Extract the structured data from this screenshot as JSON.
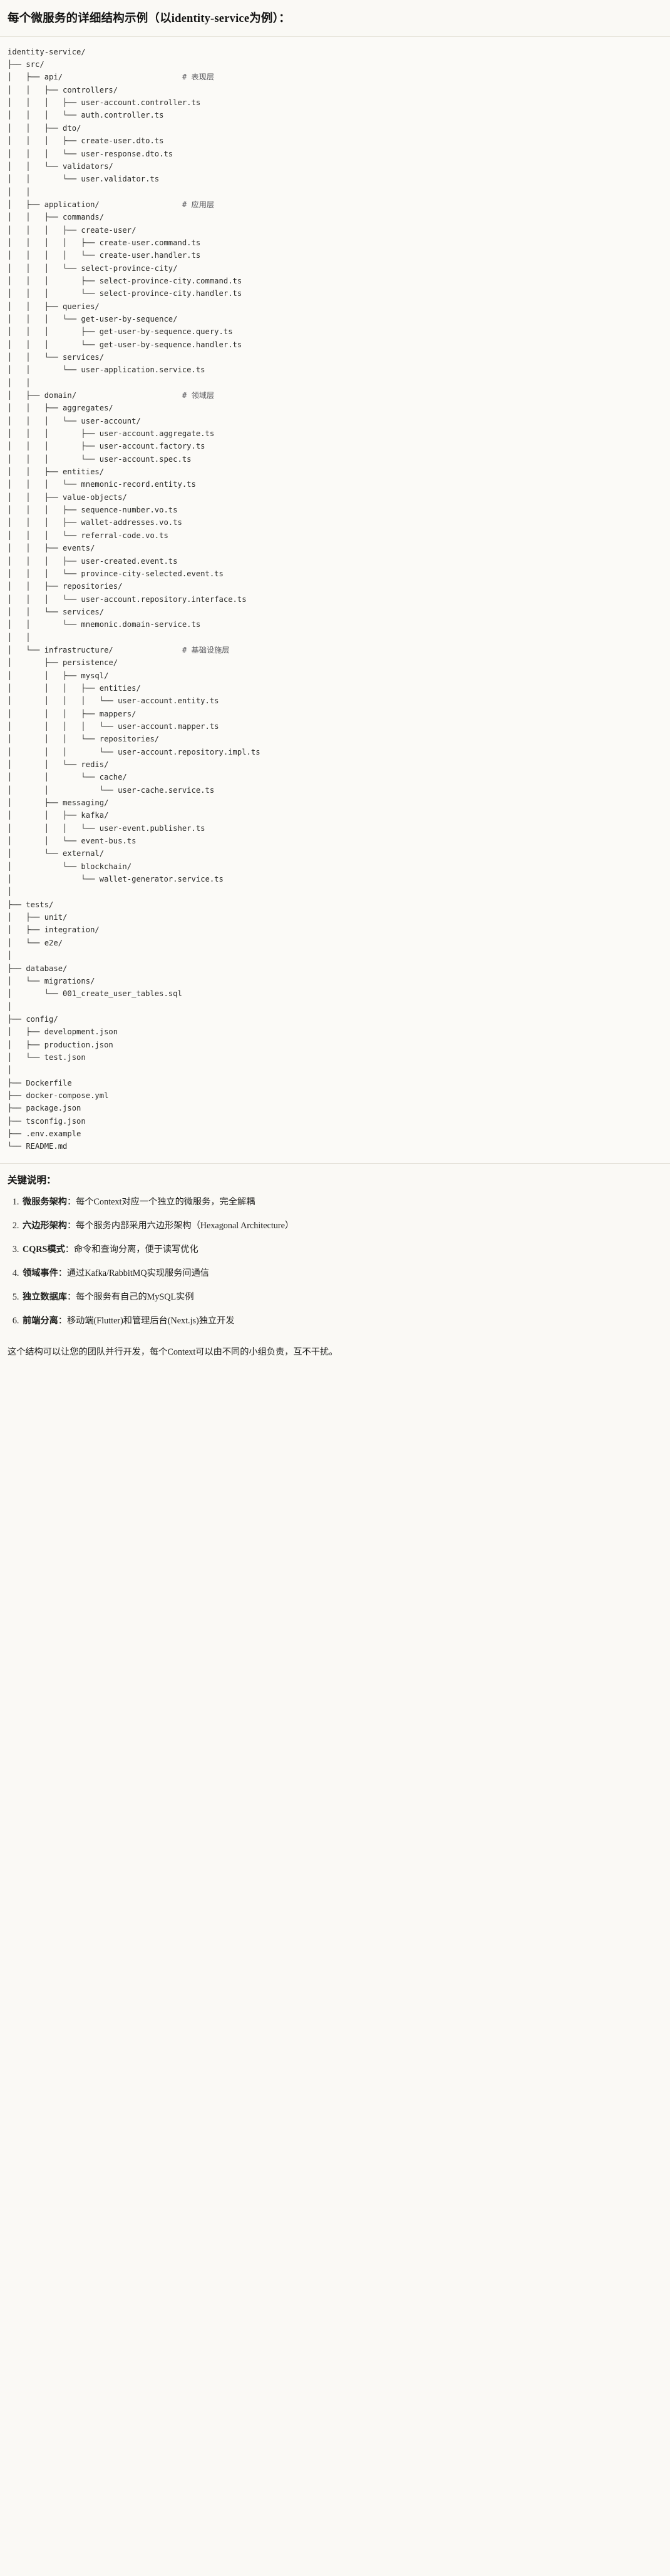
{
  "heading": {
    "text": "每个微服务的详细结构示例（以identity-service为例）："
  },
  "tree": {
    "root": "identity-service/",
    "text": "identity-service/\n├── src/\n│   ├── api/                          # 表现层\n│   │   ├── controllers/\n│   │   │   ├── user-account.controller.ts\n│   │   │   └── auth.controller.ts\n│   │   ├── dto/\n│   │   │   ├── create-user.dto.ts\n│   │   │   └── user-response.dto.ts\n│   │   └── validators/\n│   │       └── user.validator.ts\n│   │\n│   ├── application/                  # 应用层\n│   │   ├── commands/\n│   │   │   ├── create-user/\n│   │   │   │   ├── create-user.command.ts\n│   │   │   │   └── create-user.handler.ts\n│   │   │   └── select-province-city/\n│   │   │       ├── select-province-city.command.ts\n│   │   │       └── select-province-city.handler.ts\n│   │   ├── queries/\n│   │   │   └── get-user-by-sequence/\n│   │   │       ├── get-user-by-sequence.query.ts\n│   │   │       └── get-user-by-sequence.handler.ts\n│   │   └── services/\n│   │       └── user-application.service.ts\n│   │\n│   ├── domain/                       # 领域层\n│   │   ├── aggregates/\n│   │   │   └── user-account/\n│   │   │       ├── user-account.aggregate.ts\n│   │   │       ├── user-account.factory.ts\n│   │   │       └── user-account.spec.ts\n│   │   ├── entities/\n│   │   │   └── mnemonic-record.entity.ts\n│   │   ├── value-objects/\n│   │   │   ├── sequence-number.vo.ts\n│   │   │   ├── wallet-addresses.vo.ts\n│   │   │   └── referral-code.vo.ts\n│   │   ├── events/\n│   │   │   ├── user-created.event.ts\n│   │   │   └── province-city-selected.event.ts\n│   │   ├── repositories/\n│   │   │   └── user-account.repository.interface.ts\n│   │   └── services/\n│   │       └── mnemonic.domain-service.ts\n│   │\n│   └── infrastructure/               # 基础设施层\n│       ├── persistence/\n│       │   ├── mysql/\n│       │   │   ├── entities/\n│       │   │   │   └── user-account.entity.ts\n│       │   │   ├── mappers/\n│       │   │   │   └── user-account.mapper.ts\n│       │   │   └── repositories/\n│       │   │       └── user-account.repository.impl.ts\n│       │   └── redis/\n│       │       └── cache/\n│       │           └── user-cache.service.ts\n│       ├── messaging/\n│       │   ├── kafka/\n│       │   │   └── user-event.publisher.ts\n│       │   └── event-bus.ts\n│       └── external/\n│           └── blockchain/\n│               └── wallet-generator.service.ts\n│\n├── tests/\n│   ├── unit/\n│   ├── integration/\n│   └── e2e/\n│\n├── database/\n│   └── migrations/\n│       └── 001_create_user_tables.sql\n│\n├── config/\n│   ├── development.json\n│   ├── production.json\n│   └── test.json\n│\n├── Dockerfile\n├── docker-compose.yml\n├── package.json\n├── tsconfig.json\n├── .env.example\n└── README.md",
    "layer_comments": [
      {
        "path": "src/api/",
        "comment": "# 表现层"
      },
      {
        "path": "src/application/",
        "comment": "# 应用层"
      },
      {
        "path": "src/domain/",
        "comment": "# 领域层"
      },
      {
        "path": "src/infrastructure/",
        "comment": "# 基础设施层"
      }
    ]
  },
  "notes": {
    "title": "关键说明：",
    "items": [
      {
        "term": "微服务架构",
        "sep": "：",
        "desc": "每个Context对应一个独立的微服务，完全解耦"
      },
      {
        "term": "六边形架构",
        "sep": "：",
        "desc": "每个服务内部采用六边形架构（Hexagonal Architecture）"
      },
      {
        "term": "CQRS模式",
        "sep": "：",
        "desc": "命令和查询分离，便于读写优化"
      },
      {
        "term": "领域事件",
        "sep": "：",
        "desc": "通过Kafka/RabbitMQ实现服务间通信"
      },
      {
        "term": "独立数据库",
        "sep": "：",
        "desc": "每个服务有自己的MySQL实例"
      },
      {
        "term": "前端分离",
        "sep": "：",
        "desc": "移动端(Flutter)和管理后台(Next.js)独立开发"
      }
    ],
    "closing": "这个结构可以让您的团队并行开发，每个Context可以由不同的小组负责，互不干扰。"
  },
  "colors": {
    "page_bg": "#faf9f5",
    "code_bg": "#fbfaf7",
    "text": "#1b1b19",
    "comment": "#55555a",
    "divider": "#e6e3da"
  }
}
